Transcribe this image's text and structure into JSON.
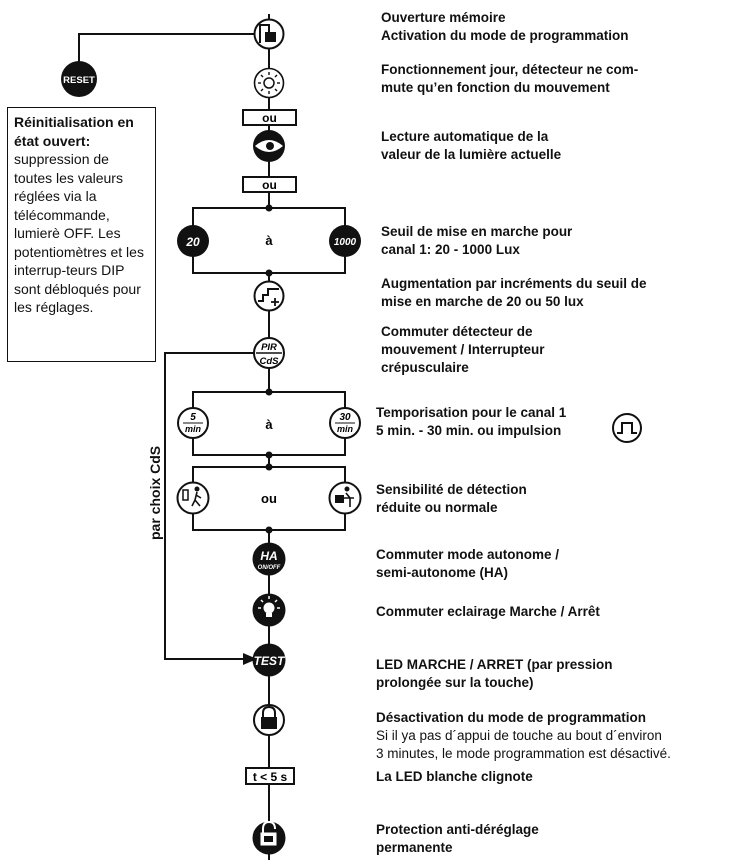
{
  "reset_label": "RESET",
  "note": {
    "bold": "Réinitialisation en état ouvert:",
    "body": "suppression de toutes les valeurs réglées via la télécommande, lumierè OFF. Les potentiomètres et les interrup-teurs DIP sont débloqués pour les réglages."
  },
  "side_label": "par choix CdS",
  "box_labels": {
    "ou1": "ou",
    "ou2": "ou",
    "lux_min": "20",
    "lux_a": "à",
    "lux_max": "1000",
    "pir_top": "PIR",
    "pir_bottom": "CdS",
    "time_min_num": "5",
    "time_min_unit": "min",
    "time_a": "à",
    "time_max_num": "30",
    "time_max_unit": "min",
    "sens_ou": "ou",
    "ha_main": "HA",
    "ha_sub": "ON/OFF",
    "test": "TEST",
    "t5s": "t < 5 s"
  },
  "steps": [
    {
      "l1": "Ouverture mémoire",
      "l2": "Activation du mode de programmation"
    },
    {
      "l1": "Fonctionnement jour, détecteur ne com-",
      "l2": "mute qu’en fonction du mouvement"
    },
    {
      "l1": "Lecture automatique de la",
      "l2": "valeur de la lumière actuelle"
    },
    {
      "l1": "Seuil de mise en marche pour",
      "l2": "canal 1: 20 - 1000 Lux"
    },
    {
      "l1": "Augmentation par incréments du seuil de",
      "l2": "mise en marche de 20 ou 50 lux"
    },
    {
      "l1": "Commuter détecteur de",
      "l2": "mouvement / Interrupteur",
      "l3": "crépusculaire"
    },
    {
      "l1": "Temporisation pour le canal 1",
      "l2": "5 min. - 30 min. ou impulsion"
    },
    {
      "l1": "Sensibilité de détection",
      "l2": "réduite ou normale"
    },
    {
      "l1": "Commuter mode autonome /",
      "l2": "semi-autonome (HA)"
    },
    {
      "l1": "Commuter eclairage Marche / Arrêt"
    },
    {
      "l1": "LED MARCHE / ARRET (par pression",
      "l2": "prolongée sur la touche)"
    },
    {
      "l1": "Désactivation du mode de programmation",
      "n2": "Si il ya pas d´appui de touche au bout d´environ",
      "n3": "3 minutes, le mode programmation est désactivé."
    },
    {
      "l1": "La LED blanche clignote"
    },
    {
      "l1": "Protection anti-déréglage",
      "l2": "permanente"
    }
  ],
  "icons": [
    "memory-open-icon",
    "sun-icon",
    "eye-icon",
    "staircase-plus-icon",
    "pir-cds-icon",
    "impulse-icon",
    "reduced-sensitivity-icon",
    "normal-sensitivity-icon",
    "lamp-icon",
    "lock-closed-icon",
    "lock-open-icon"
  ]
}
